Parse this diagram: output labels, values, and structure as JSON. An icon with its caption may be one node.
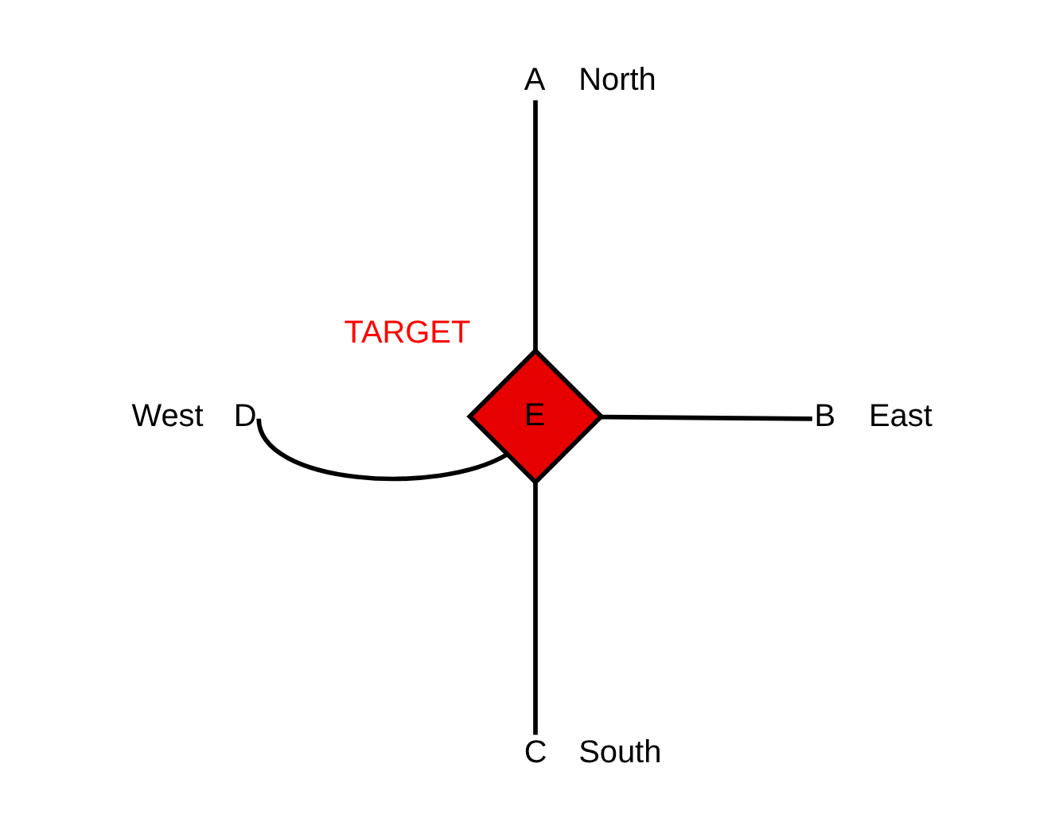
{
  "diagram": {
    "nodes": [
      {
        "text": [
          "A"
        ],
        "beside": [
          "North"
        ]
      },
      {
        "text": [
          "D"
        ],
        "beside": [
          "West"
        ]
      },
      {
        "text": [
          "E"
        ],
        "beside": [
          "TARGET"
        ]
      },
      {
        "text": [
          "B"
        ],
        "beside": [
          "East"
        ]
      },
      {
        "text": [
          "C"
        ],
        "beside": [
          "South"
        ]
      }
    ],
    "edges": [
      {
        "from": 2,
        "to": 0,
        "arrow": "none"
      },
      {
        "from": 1,
        "to": 2,
        "arrow": "none"
      },
      {
        "from": 2,
        "to": 3,
        "arrow": "none"
      },
      {
        "from": 2,
        "to": 4,
        "arrow": "none"
      }
    ]
  }
}
